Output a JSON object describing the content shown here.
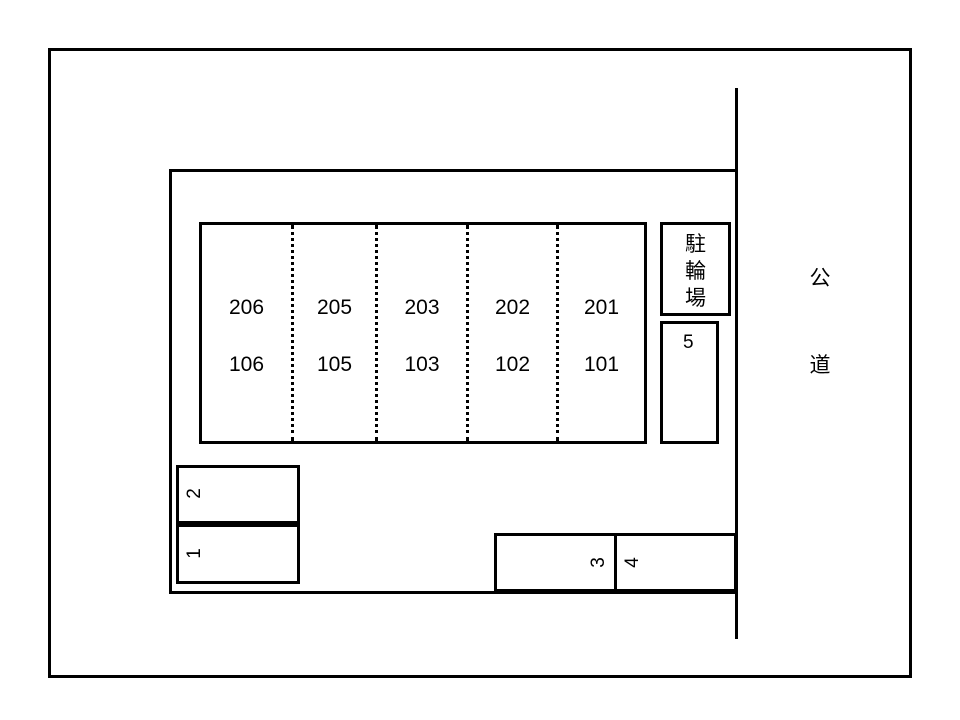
{
  "road": {
    "char1": "公",
    "char2": "道"
  },
  "bicycle_parking": {
    "chars": [
      "駐",
      "輪",
      "場"
    ]
  },
  "building": {
    "columns": [
      {
        "upper": "206",
        "lower": "106"
      },
      {
        "upper": "205",
        "lower": "105"
      },
      {
        "upper": "203",
        "lower": "103"
      },
      {
        "upper": "202",
        "lower": "102"
      },
      {
        "upper": "201",
        "lower": "101"
      }
    ]
  },
  "parking_spaces": {
    "s1": "1",
    "s2": "2",
    "s3": "3",
    "s4": "4",
    "s5": "5"
  }
}
